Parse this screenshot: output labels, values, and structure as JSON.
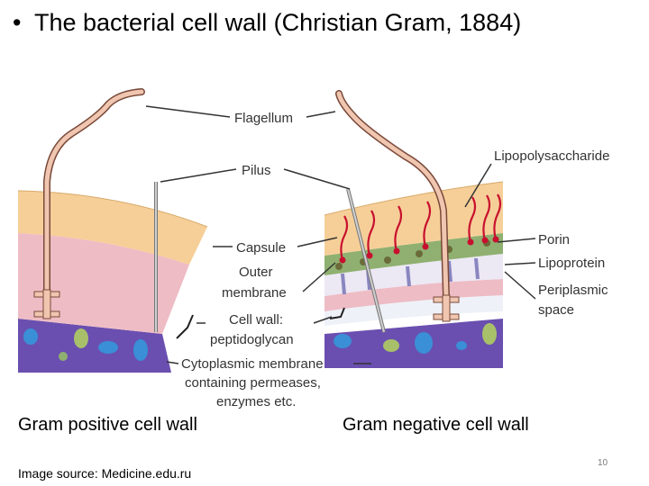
{
  "slide": {
    "bullet": "•",
    "title": "The bacterial cell wall (Christian Gram, 1884)",
    "caption_left": "Gram positive cell wall",
    "caption_right": "Gram negative cell wall",
    "source_label": "Image source:",
    "source_value": "Medicine.edu.ru",
    "page_number": "10"
  },
  "diagram": {
    "labels": {
      "flagellum": "Flagellum",
      "pilus": "Pilus",
      "capsule": "Capsule",
      "outer_membrane_1": "Outer",
      "outer_membrane_2": "membrane",
      "cell_wall_1": "Cell wall:",
      "cell_wall_2": "peptidoglycan",
      "cytoplasmic_1": "Cytoplasmic membrane",
      "cytoplasmic_2": "containing permeases,",
      "cytoplasmic_3": "enzymes etc.",
      "lipopolysaccharide": "Lipopolysaccharide",
      "porin": "Porin",
      "lipoprotein": "Lipoprotein",
      "periplasmic_1": "Periplasmic",
      "periplasmic_2": "space"
    },
    "colors": {
      "capsule": "#f6cf98",
      "peptidoglycan_thick": "#eebcc5",
      "cytoplasm": "#6a4fb0",
      "cytoplasm_blob_blue": "#3a8fd6",
      "cytoplasm_blob_green": "#a8c06a",
      "outer_membrane": "#8fb070",
      "flagellum": "#f0c6b0",
      "lps": "#c8102e"
    }
  }
}
